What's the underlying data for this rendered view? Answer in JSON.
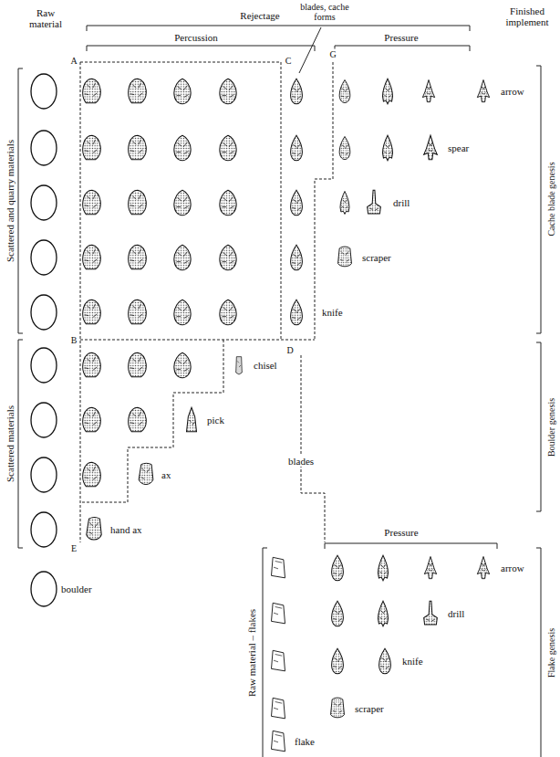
{
  "diagram": {
    "labels": [
      "Raw material",
      "Rejectage",
      "blades, cache forms",
      "Finished implement",
      "Percussion",
      "Pressure",
      "A",
      "C",
      "G",
      "arrow",
      "spear",
      "drill",
      "scraper",
      "knife",
      "B",
      "D",
      "chisel",
      "pick",
      "ax",
      "hand ax",
      "E",
      "blades",
      "boulder",
      "Scattered and quarry materials",
      "Scattered materials",
      "Pressure",
      "Raw material – flakes",
      "arrow",
      "drill",
      "knife",
      "scraper",
      "flake",
      "Cache blade genesis",
      "Boulder genesis",
      "Flake genesis"
    ]
  }
}
